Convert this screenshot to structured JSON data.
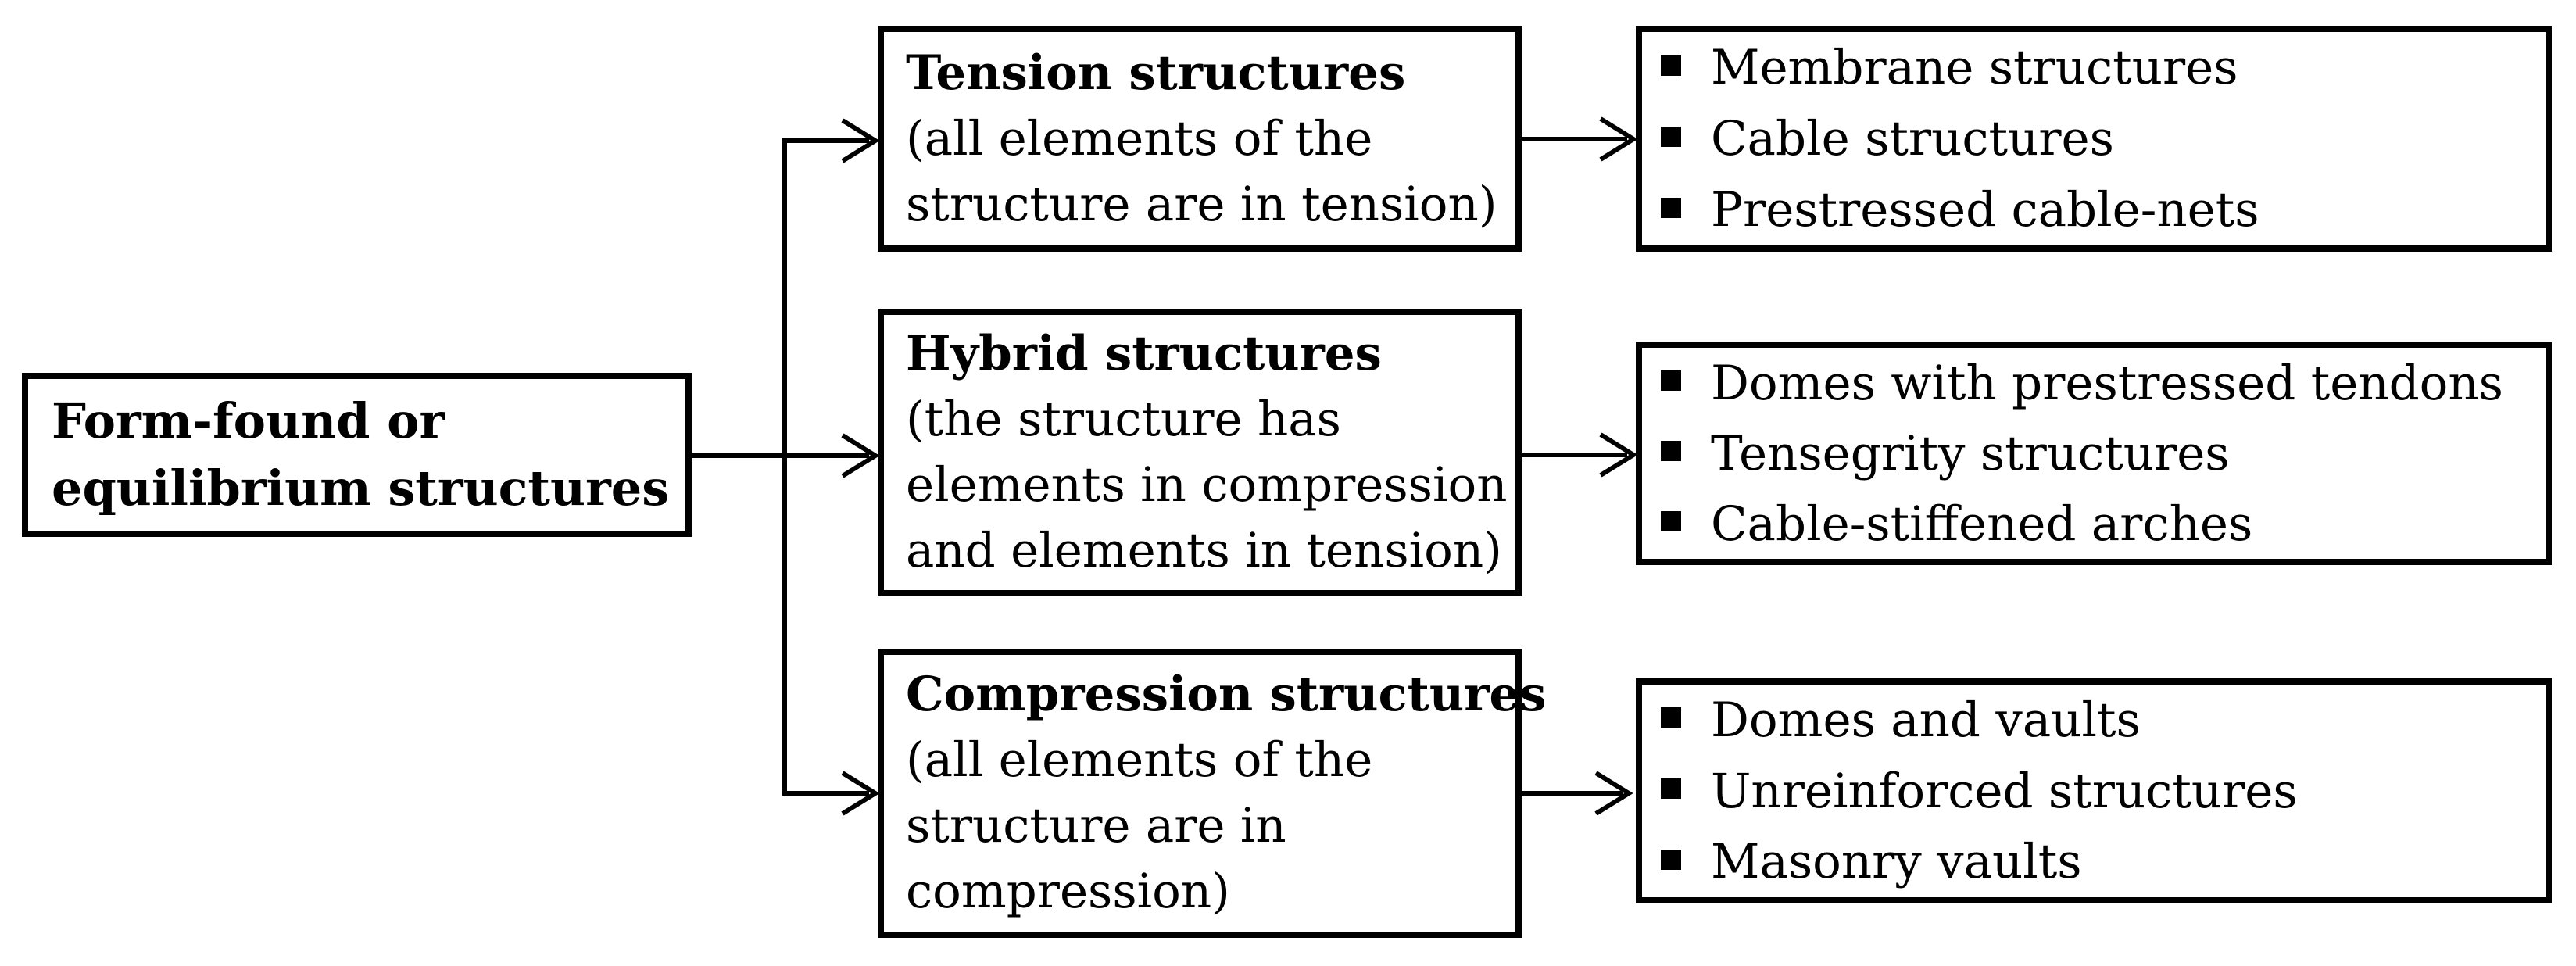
{
  "diagram": {
    "colors": {
      "background": "#ffffff",
      "line": "#000000",
      "text": "#000000"
    },
    "root_box": {
      "title": "Form-found or\nequilibrium structures"
    },
    "branches": [
      {
        "title": "Tension structures",
        "subtitle": "(all elements of the\nstructure are in tension)",
        "examples": [
          "Membrane structures",
          "Cable structures",
          "Prestressed cable-nets"
        ]
      },
      {
        "title": "Hybrid structures",
        "subtitle": "(the structure has\nelements in compression\nand elements in tension)",
        "examples": [
          "Domes with prestressed tendons",
          "Tensegrity structures",
          "Cable-stiffened arches"
        ]
      },
      {
        "title": "Compression structures",
        "subtitle": "(all elements of the\nstructure are in\ncompression)",
        "examples": [
          "Domes and vaults",
          "Unreinforced structures",
          "Masonry vaults"
        ]
      }
    ]
  }
}
